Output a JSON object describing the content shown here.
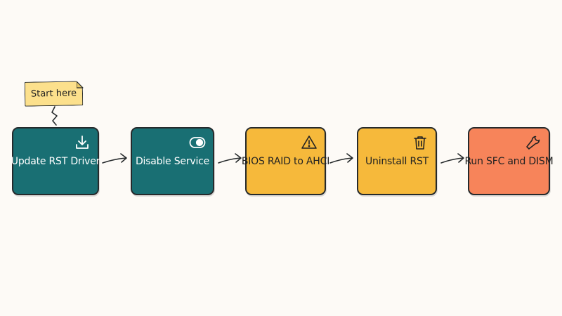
{
  "note": {
    "text": "Start here"
  },
  "steps": [
    {
      "label": "Update RST Driver",
      "icon": "download-icon",
      "fill": "#196f73",
      "text_color": "#ffffff"
    },
    {
      "label": "Disable Service",
      "icon": "toggle-icon",
      "fill": "#196f73",
      "text_color": "#ffffff"
    },
    {
      "label": "BIOS RAID to AHCI",
      "icon": "warning-icon",
      "fill": "#f6b93b",
      "text_color": "#222222"
    },
    {
      "label": "Uninstall RST",
      "icon": "trash-icon",
      "fill": "#f6b93b",
      "text_color": "#222222"
    },
    {
      "label": "Run SFC and DISM",
      "icon": "wrench-icon",
      "fill": "#f7845a",
      "text_color": "#222222"
    }
  ],
  "colors": {
    "background": "#fdfaf6",
    "outline": "#262a2c",
    "note_fill": "#fce08c"
  }
}
